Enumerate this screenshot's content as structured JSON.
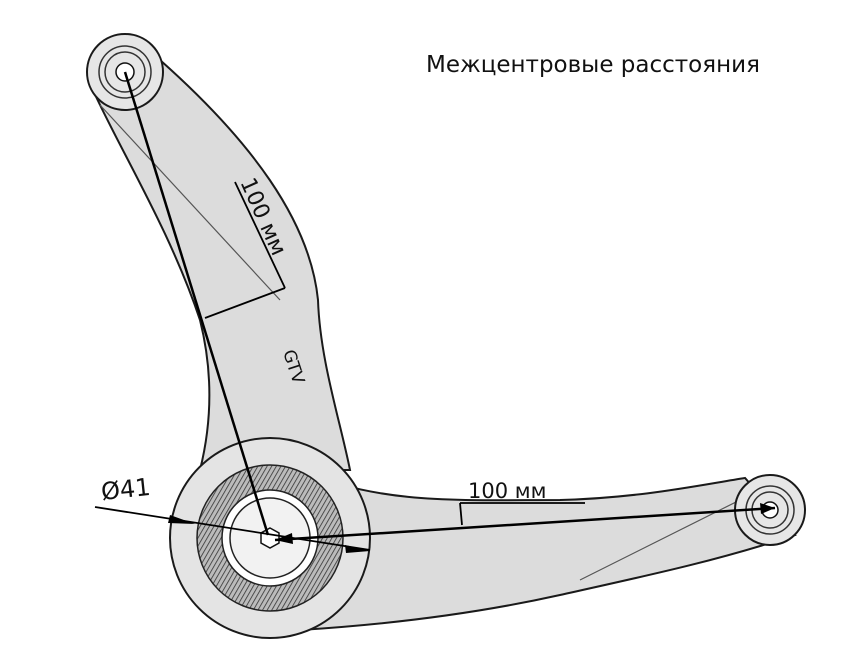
{
  "title": "Межцентровые расстояния",
  "dimensions": {
    "upper_distance": "100 мм",
    "lower_distance": "100 мм",
    "bushing_diameter": "Ø41"
  },
  "part_marking": "GTV",
  "colors": {
    "body": "#dcdcdc",
    "outline": "#1a1a1a",
    "dimension": "#000000"
  }
}
